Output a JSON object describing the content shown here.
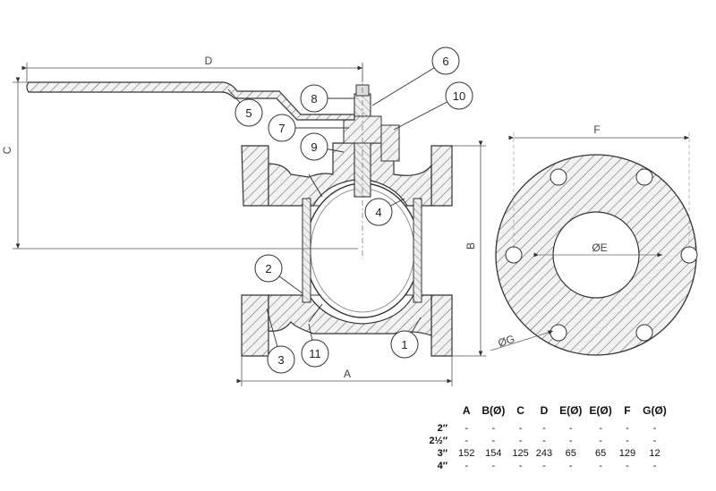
{
  "callouts": [
    "1",
    "2",
    "3",
    "4",
    "5",
    "6",
    "7",
    "8",
    "9",
    "10",
    "11"
  ],
  "dimension_letters": {
    "A": "A",
    "B": "B",
    "C": "C",
    "D": "D",
    "E": "ØE",
    "F": "F",
    "G": "ØG"
  },
  "table": {
    "columns": [
      "A",
      "B(Ø)",
      "C",
      "D",
      "E(Ø)",
      "E(Ø)",
      "F",
      "G(Ø)"
    ],
    "rows": [
      {
        "size": "2″",
        "values": [
          "-",
          "-",
          "-",
          "-",
          "-",
          "-",
          "-",
          "-"
        ]
      },
      {
        "size": "2½″",
        "values": [
          "-",
          "-",
          "-",
          "-",
          "-",
          "-",
          "-",
          "-"
        ]
      },
      {
        "size": "3″",
        "values": [
          "152",
          "154",
          "125",
          "243",
          "65",
          "65",
          "129",
          "12"
        ]
      },
      {
        "size": "4″",
        "values": [
          "-",
          "-",
          "-",
          "-",
          "-",
          "-",
          "-",
          "-"
        ]
      }
    ]
  }
}
